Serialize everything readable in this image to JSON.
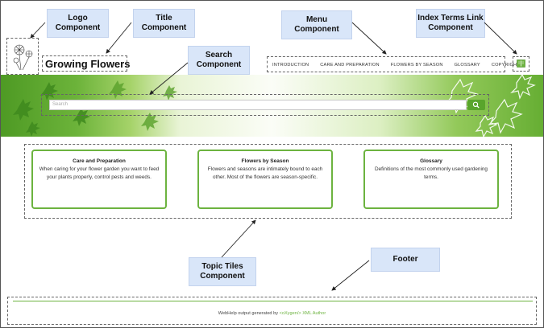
{
  "callouts": {
    "logo": "Logo\nComponent",
    "title": "Title\nComponent",
    "search": "Search\nComponent",
    "menu": "Menu\nComponent",
    "index_terms": "Index Terms Link\nComponent",
    "topic_tiles": "Topic Tiles\nComponent",
    "footer": "Footer"
  },
  "site": {
    "title": "Growing Flowers",
    "search_placeholder": "Search",
    "menu": [
      "INTRODUCTION",
      "CARE AND PREPARATION",
      "FLOWERS BY SEASON",
      "GLOSSARY",
      "COPYRIGHT"
    ]
  },
  "tiles": [
    {
      "title": "Care and Preparation",
      "desc": "When caring for your flower garden you want to feed your plants properly, control pests and weeds."
    },
    {
      "title": "Flowers by Season",
      "desc": "Flowers and seasons are intimately bound to each other. Most of the flowers are season-specific."
    },
    {
      "title": "Glossary",
      "desc": "Definitions of the most commonly used gardening terms."
    }
  ],
  "footer": {
    "prefix": "WebHelp output generated by",
    "brand": "<oXygen/> XML Author"
  },
  "colors": {
    "accent": "#6cb33f",
    "callout_bg": "#d9e6f9"
  }
}
